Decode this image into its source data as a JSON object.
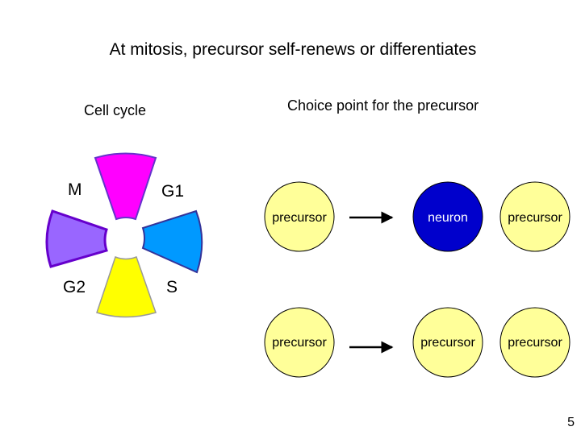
{
  "slide": {
    "title": "At mitosis, precursor self-renews or differentiates",
    "page_number": "5"
  },
  "cell_cycle": {
    "heading": "Cell cycle",
    "phases": [
      {
        "label": "M",
        "color": "#ff00ff"
      },
      {
        "label": "G1",
        "color": "#0099ff"
      },
      {
        "label": "S",
        "color": "#ffff00"
      },
      {
        "label": "G2",
        "color": "#9966ff"
      }
    ]
  },
  "choice": {
    "heading": "Choice point for the precursor",
    "rows": [
      {
        "source": "precursor",
        "daughters": [
          "neuron",
          "precursor"
        ],
        "daughter_colors": [
          "#0000cc",
          "#ffff99"
        ],
        "daughter_text_colors": [
          "#ffffff",
          "#000000"
        ]
      },
      {
        "source": "precursor",
        "daughters": [
          "precursor",
          "precursor"
        ],
        "daughter_colors": [
          "#ffff99",
          "#ffff99"
        ],
        "daughter_text_colors": [
          "#000000",
          "#000000"
        ]
      }
    ],
    "precursor_color": "#ffff99"
  }
}
